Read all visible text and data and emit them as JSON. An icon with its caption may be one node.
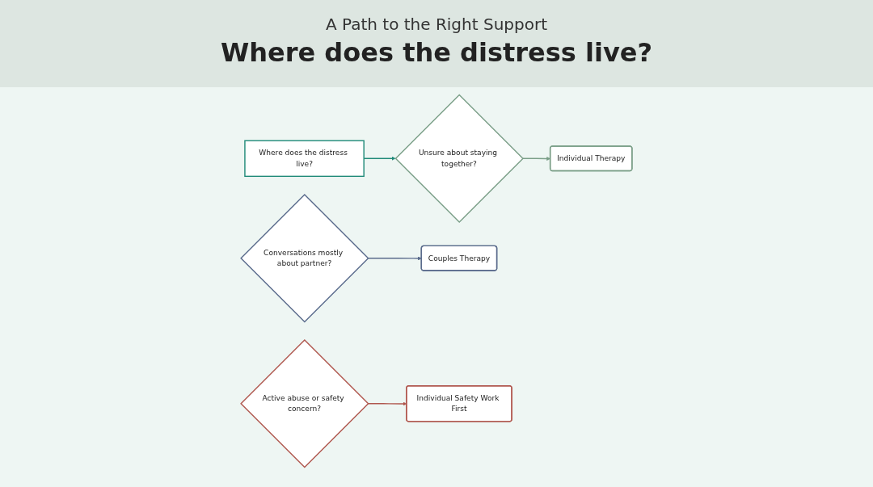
{
  "diagram": {
    "title": "Where does the distress live?",
    "labels": [
      "A Path to the Right Support"
    ],
    "nodes": [
      {
        "text": [
          "Where does the distress live?"
        ]
      },
      {
        "text": [
          "Unsure about staying together?"
        ]
      },
      {
        "text": [
          "Individual Therapy"
        ]
      },
      {
        "text": [
          "Conversations mostly about partner?"
        ]
      },
      {
        "text": [
          "Couples Therapy"
        ]
      },
      {
        "text": [
          "Active abuse or safety concern?"
        ]
      },
      {
        "text": [
          "Individual Safety Work First"
        ]
      }
    ],
    "edges": [
      {
        "from": 0,
        "to": 1,
        "arrow": "to",
        "color": "#1f8a78"
      },
      {
        "from": 1,
        "to": 2,
        "arrow": "to",
        "color": "#7a9e87"
      },
      {
        "from": 3,
        "to": 4,
        "arrow": "to",
        "color": "#5a6b8c"
      },
      {
        "from": 5,
        "to": 6,
        "arrow": "to",
        "color": "#b0574e"
      }
    ]
  }
}
